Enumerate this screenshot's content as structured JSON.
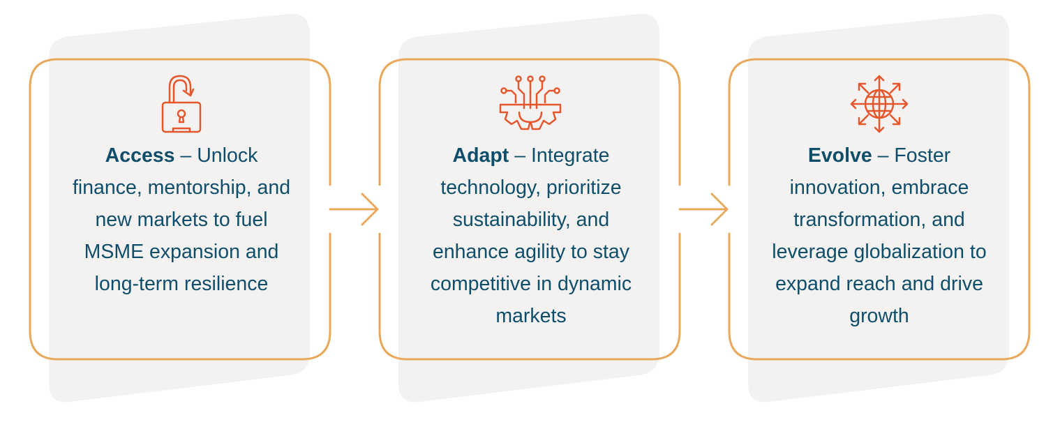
{
  "colors": {
    "card_fill": "#f3f2f1",
    "frame": "#e8a95a",
    "icon": "#e5562c",
    "text": "#0f4e6b"
  },
  "cards": [
    {
      "title": "Access",
      "text": " – Unlock finance, mentorship, and new markets to fuel MSME expansion and long-term resilience",
      "icon": "unlocked-padlock-icon"
    },
    {
      "title": "Adapt",
      "text": " – Integrate technology, prioritize sustainability, and enhance agility to stay competitive in dynamic markets",
      "icon": "gear-circuit-icon"
    },
    {
      "title": "Evolve",
      "text": " – Foster innovation, embrace transformation, and leverage globalization to expand reach and drive growth",
      "icon": "globe-arrows-icon"
    }
  ]
}
